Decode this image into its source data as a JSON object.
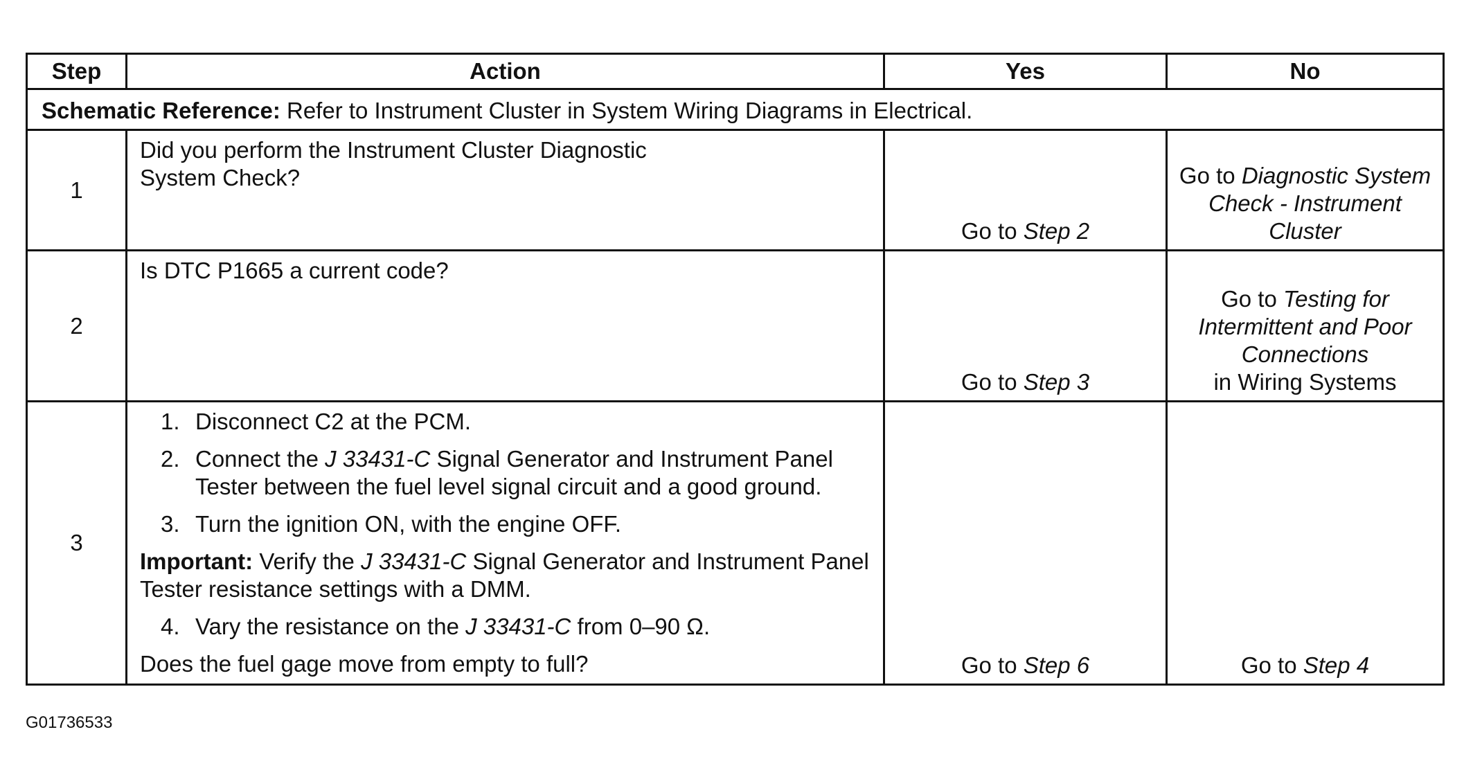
{
  "table": {
    "headers": {
      "step": "Step",
      "action": "Action",
      "yes": "Yes",
      "no": "No"
    },
    "schematic_reference": {
      "label": "Schematic Reference:",
      "text": " Refer to Instrument Cluster in System Wiring Diagrams in Electrical."
    },
    "rows": [
      {
        "step": "1",
        "action": "Did you perform the Instrument Cluster Diagnostic System Check?",
        "yes_prefix": "Go to ",
        "yes_link": "Step 2",
        "no_prefix": "Go to ",
        "no_link": "Diagnostic System Check - Instrument Cluster",
        "no_suffix": ""
      },
      {
        "step": "2",
        "action": "Is DTC P1665 a current code?",
        "yes_prefix": "Go to ",
        "yes_link": "Step 3",
        "no_prefix": "Go to ",
        "no_link": "Testing for Intermittent and Poor Connections",
        "no_suffix": "in Wiring Systems"
      },
      {
        "step": "3",
        "items": [
          {
            "num": "1.",
            "text_a": "Disconnect C2 at the PCM.",
            "tool": "",
            "text_b": ""
          },
          {
            "num": "2.",
            "text_a": "Connect the ",
            "tool": "J 33431-C",
            "text_b": " Signal Generator and Instrument Panel Tester between the fuel level signal circuit and a good ground."
          },
          {
            "num": "3.",
            "text_a": "Turn the ignition ON, with the engine OFF.",
            "tool": "",
            "text_b": ""
          }
        ],
        "important": {
          "label": "Important:",
          "text_a": " Verify the ",
          "tool": "J 33431-C",
          "text_b": " Signal Generator and Instrument Panel Tester resistance settings with a DMM."
        },
        "item4": {
          "num": "4.",
          "text_a": "Vary the resistance on the ",
          "tool": "J 33431-C",
          "text_b": " from 0–90 Ω."
        },
        "question": "Does the fuel gage move from empty to full?",
        "yes_prefix": "Go to ",
        "yes_link": "Step 6",
        "no_prefix": "Go to ",
        "no_link": "Step 4"
      }
    ]
  },
  "figure_id": "G01736533"
}
